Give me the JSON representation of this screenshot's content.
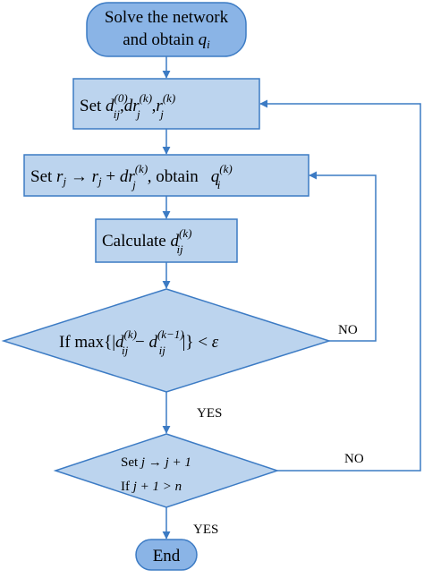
{
  "colors": {
    "term_fill": "#8ab4e6",
    "proc_fill": "#bcd4ee",
    "stroke": "#3c7bc4",
    "arrow": "#3c7bc4",
    "text": "#000000"
  },
  "start": {
    "line1": "Solve the network",
    "line2_text": "and obtain ",
    "var": "q",
    "sub": "i"
  },
  "step1": {
    "prefix": "Set ",
    "d": "d",
    "d_sub": "ij",
    "d_sup": "(0)",
    "sep1": ",",
    "dr": "dr",
    "dr_sub": "j",
    "dr_sup": "(k)",
    "sep2": ",",
    "r": "r",
    "r_sub": "j",
    "r_sup": "(k)"
  },
  "step2": {
    "prefix": "Set ",
    "r1": "r",
    "r1_sub": "j",
    "arrow": " → ",
    "r2": "r",
    "r2_sub": "j",
    "plus": " + ",
    "dr": "dr",
    "dr_sub": "j",
    "dr_sup": "(k)",
    "mid": ", obtain",
    "q": "q",
    "q_sub": "i",
    "q_sup": "(k)"
  },
  "step3": {
    "prefix": "Calculate ",
    "d": "d",
    "d_sub": "ij",
    "d_sup": "(k)"
  },
  "decision1": {
    "prefix": "If max{|",
    "d1": "d",
    "d1_sub": "ij",
    "d1_sup": "(k)",
    "minus": " − ",
    "d2": "d",
    "d2_sub": "ij",
    "d2_sup": "(k−1)",
    "close": " |}",
    "lt": " < ",
    "eps": "ε",
    "no_label": "NO",
    "yes_label": "YES"
  },
  "decision2": {
    "line1_prefix": "Set ",
    "line1_expr": "j → j + 1",
    "line2_prefix": "If ",
    "line2_expr": "j + 1 > n",
    "no_label": "NO",
    "yes_label": "YES"
  },
  "end": {
    "label": "End"
  }
}
